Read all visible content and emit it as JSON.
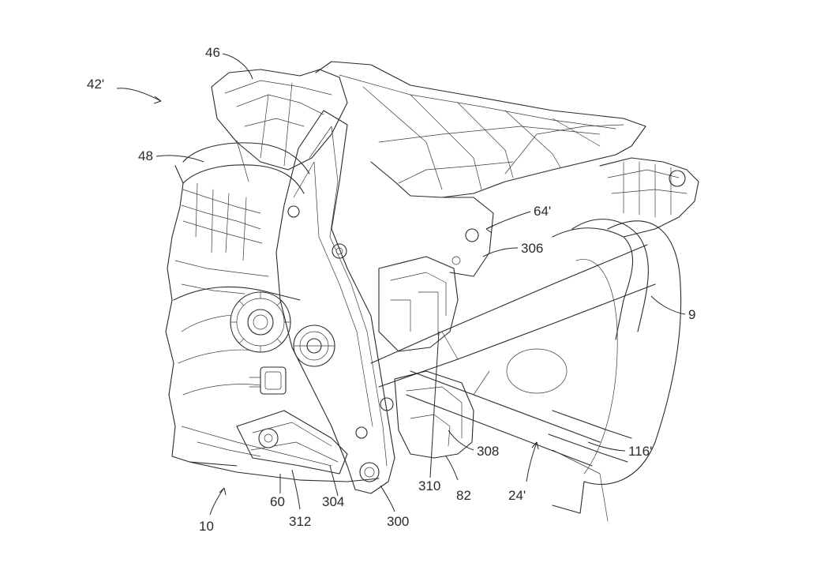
{
  "figure": {
    "labels": [
      {
        "id": "l42",
        "text": "42'"
      },
      {
        "id": "l46",
        "text": "46"
      },
      {
        "id": "l48",
        "text": "48"
      },
      {
        "id": "l64",
        "text": "64'"
      },
      {
        "id": "l306",
        "text": "306"
      },
      {
        "id": "l9",
        "text": "9"
      },
      {
        "id": "l116",
        "text": "116'"
      },
      {
        "id": "l308",
        "text": "308"
      },
      {
        "id": "l24",
        "text": "24'"
      },
      {
        "id": "l82",
        "text": "82"
      },
      {
        "id": "l310",
        "text": "310"
      },
      {
        "id": "l300",
        "text": "300"
      },
      {
        "id": "l304",
        "text": "304"
      },
      {
        "id": "l312",
        "text": "312"
      },
      {
        "id": "l60",
        "text": "60"
      },
      {
        "id": "l10",
        "text": "10"
      }
    ]
  }
}
